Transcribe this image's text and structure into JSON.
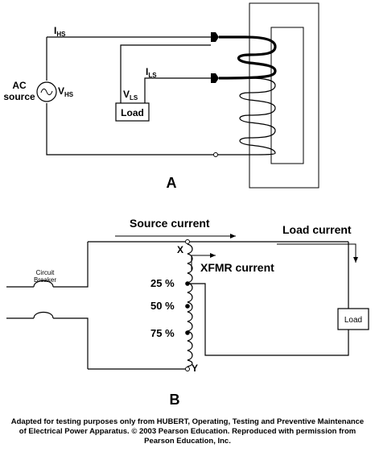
{
  "diagram_a": {
    "ihs_label": "I",
    "ihs_sub": "HS",
    "ils_label": "I",
    "ils_sub": "LS",
    "vls_label": "V",
    "vls_sub": "LS",
    "vhs_label": "V",
    "vhs_sub": "HS",
    "ac_line1": "AC",
    "ac_line2": "source",
    "load_label": "Load",
    "figure_letter": "A"
  },
  "diagram_b": {
    "source_current": "Source current",
    "load_current": "Load current",
    "xfmr_current": "XFMR current",
    "tap_x": "X",
    "tap_y": "Y",
    "tap_25": "25 %",
    "tap_50": "50 %",
    "tap_75": "75 %",
    "breaker_line1": "Circuit",
    "breaker_line2": "Breaker",
    "load_label": "Load",
    "figure_letter": "B"
  },
  "caption": {
    "line1": "Adapted for testing purposes only from HUBERT, Operating, Testing and Preventive Maintenance",
    "line2": "of Electrical Power Apparatus. © 2003 Pearson Education. Reproduced with permission from",
    "line3": "Pearson Education, Inc."
  }
}
